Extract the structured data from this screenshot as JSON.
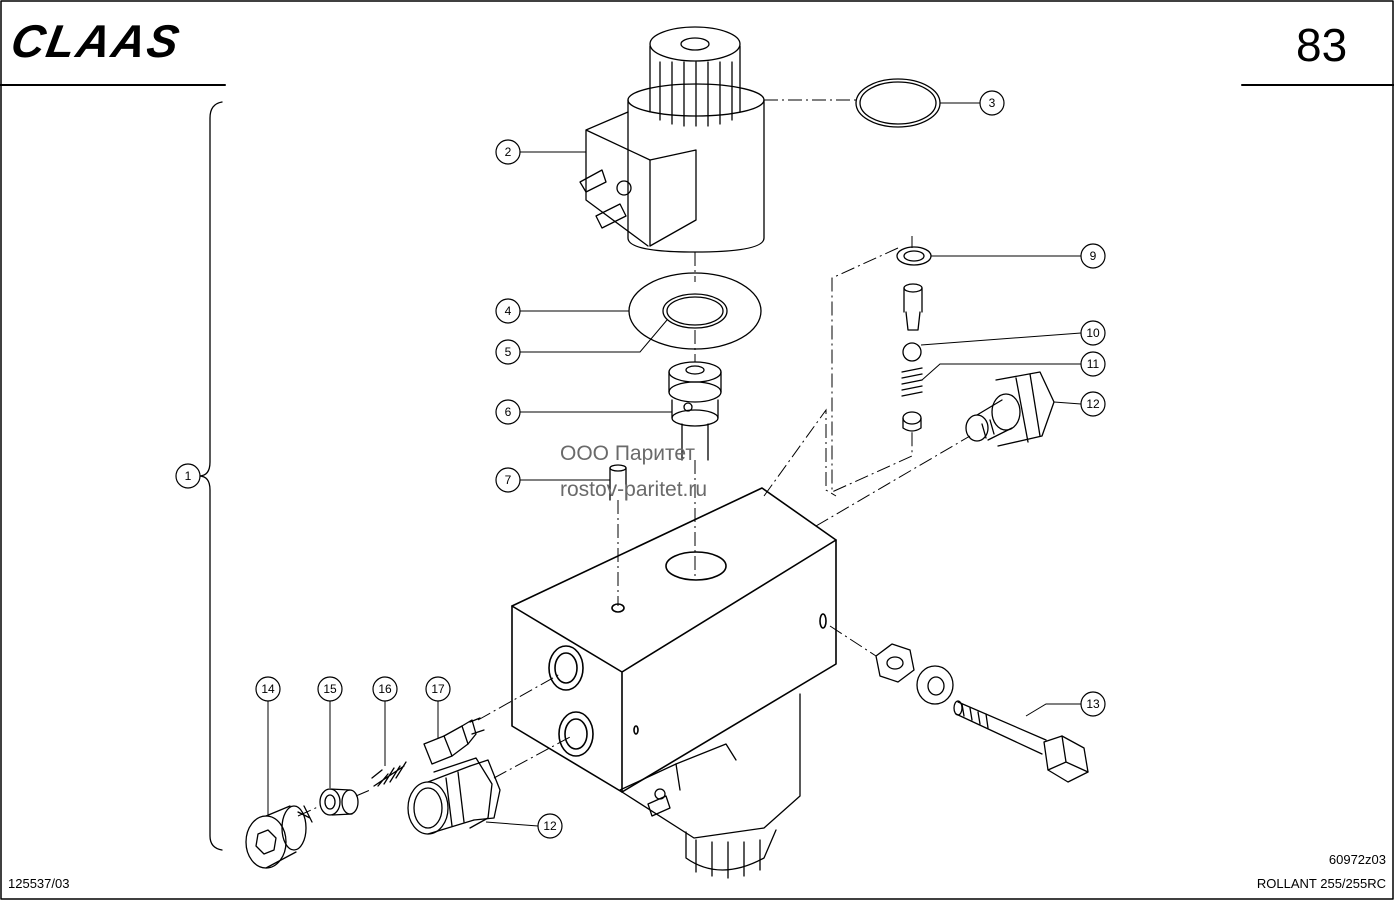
{
  "header": {
    "brand": "CLAAS",
    "page_number": "83"
  },
  "watermark": {
    "line1": "ООО Паритет",
    "line2": "rostov-paritet.ru"
  },
  "footer": {
    "left_code": "125537/03",
    "drawing_number": "60972z03",
    "model": "ROLLANT 255/255RC"
  },
  "callouts": [
    "1",
    "2",
    "3",
    "4",
    "5",
    "6",
    "7",
    "9",
    "10",
    "11",
    "12",
    "12",
    "13",
    "14",
    "15",
    "16",
    "17"
  ]
}
